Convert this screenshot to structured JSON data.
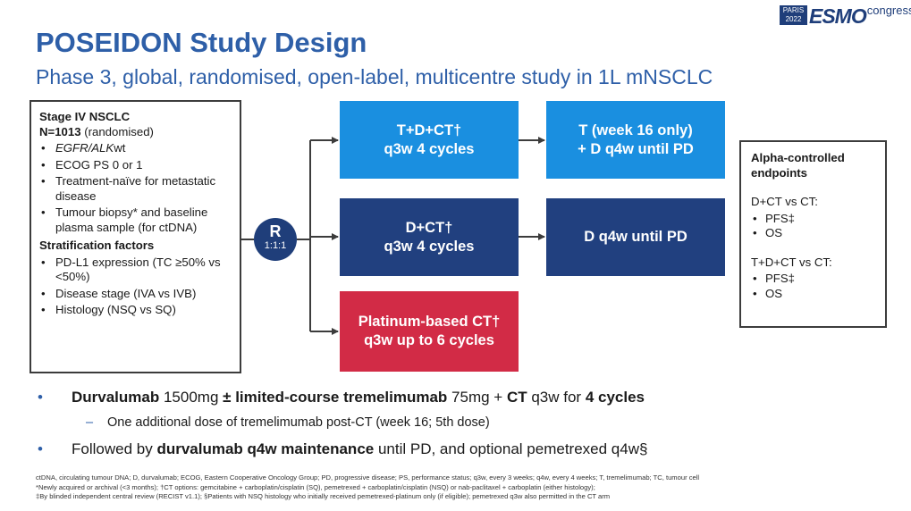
{
  "logo": {
    "badge_line1": "PARIS",
    "badge_line2": "2022",
    "brand": "ESMO",
    "suffix": "congress"
  },
  "title": "POSEIDON Study Design",
  "subtitle": "Phase 3, global, randomised, open-label, multicentre study in 1L mNSCLC",
  "eligibility": {
    "heading": "Stage IV NSCLC",
    "n_bold": "N=1013",
    "n_rest": " (randomised)",
    "criteria": [
      {
        "italic": "EGFR/ALK",
        "rest": "wt"
      },
      {
        "italic": "",
        "rest": "ECOG PS 0 or 1"
      },
      {
        "italic": "",
        "rest": "Treatment-naïve for metastatic disease"
      },
      {
        "italic": "",
        "rest": "Tumour biopsy* and baseline plasma sample (for ctDNA)"
      }
    ],
    "strat_heading": "Stratification factors",
    "strat_items": [
      "PD-L1 expression (TC ≥50% vs <50%)",
      "Disease stage (IVA vs IVB)",
      "Histology (NSQ vs SQ)"
    ]
  },
  "randomization": {
    "letter": "R",
    "ratio": "1:1:1"
  },
  "arms": {
    "arm1_line1": "T+D+CT†",
    "arm1_line2": "q3w 4 cycles",
    "arm1_cont_line1": "T (week 16 only)",
    "arm1_cont_line2": "+ D q4w until PD",
    "arm2_line1": "D+CT†",
    "arm2_line2": "q3w 4 cycles",
    "arm2_cont": "D q4w until PD",
    "arm3_line1": "Platinum-based CT†",
    "arm3_line2": "q3w up to 6 cycles"
  },
  "endpoints": {
    "heading": "Alpha-controlled endpoints",
    "group1": "D+CT vs CT:",
    "group1_items": [
      "PFS‡",
      "OS"
    ],
    "group2": "T+D+CT vs CT:",
    "group2_items": [
      "PFS‡",
      "OS"
    ]
  },
  "bullets": {
    "b1_p1": "Durvalumab",
    "b1_p2": " 1500mg ",
    "b1_p3": "± limited-course tremelimumab",
    "b1_p4": " 75mg + ",
    "b1_p5": "CT",
    "b1_p6": " q3w for ",
    "b1_p7": "4 cycles",
    "b2": "One additional dose of tremelimumab post-CT (week 16; 5th dose)",
    "b3_p1": "Followed by ",
    "b3_p2": "durvalumab q4w maintenance",
    "b3_p3": " until PD, and optional pemetrexed q4w§"
  },
  "footnotes": [
    "ctDNA, circulating tumour DNA; D, durvalumab; ECOG, Eastern Cooperative Oncology Group; PD, progressive disease; PS, performance status; q3w, every 3 weeks; q4w, every 4 weeks; T, tremelimumab; TC, tumour cell",
    "*Newly acquired or archival (<3 months); †CT options: gemcitabine + carboplatin/cisplatin (SQ), pemetrexed + carboplatin/cisplatin (NSQ) or nab-paclitaxel + carboplatin (either histology);",
    "‡By blinded independent central review (RECIST v1.1); §Patients with NSQ histology who initially received pemetrexed-platinum only (if eligible); pemetrexed q3w also permitted in the CT arm"
  ],
  "colors": {
    "title": "#2e5fa8",
    "arm_light": "#1a8fe0",
    "arm_dark": "#21407f",
    "arm_red": "#d22b46",
    "connector": "#3c3c3c"
  }
}
